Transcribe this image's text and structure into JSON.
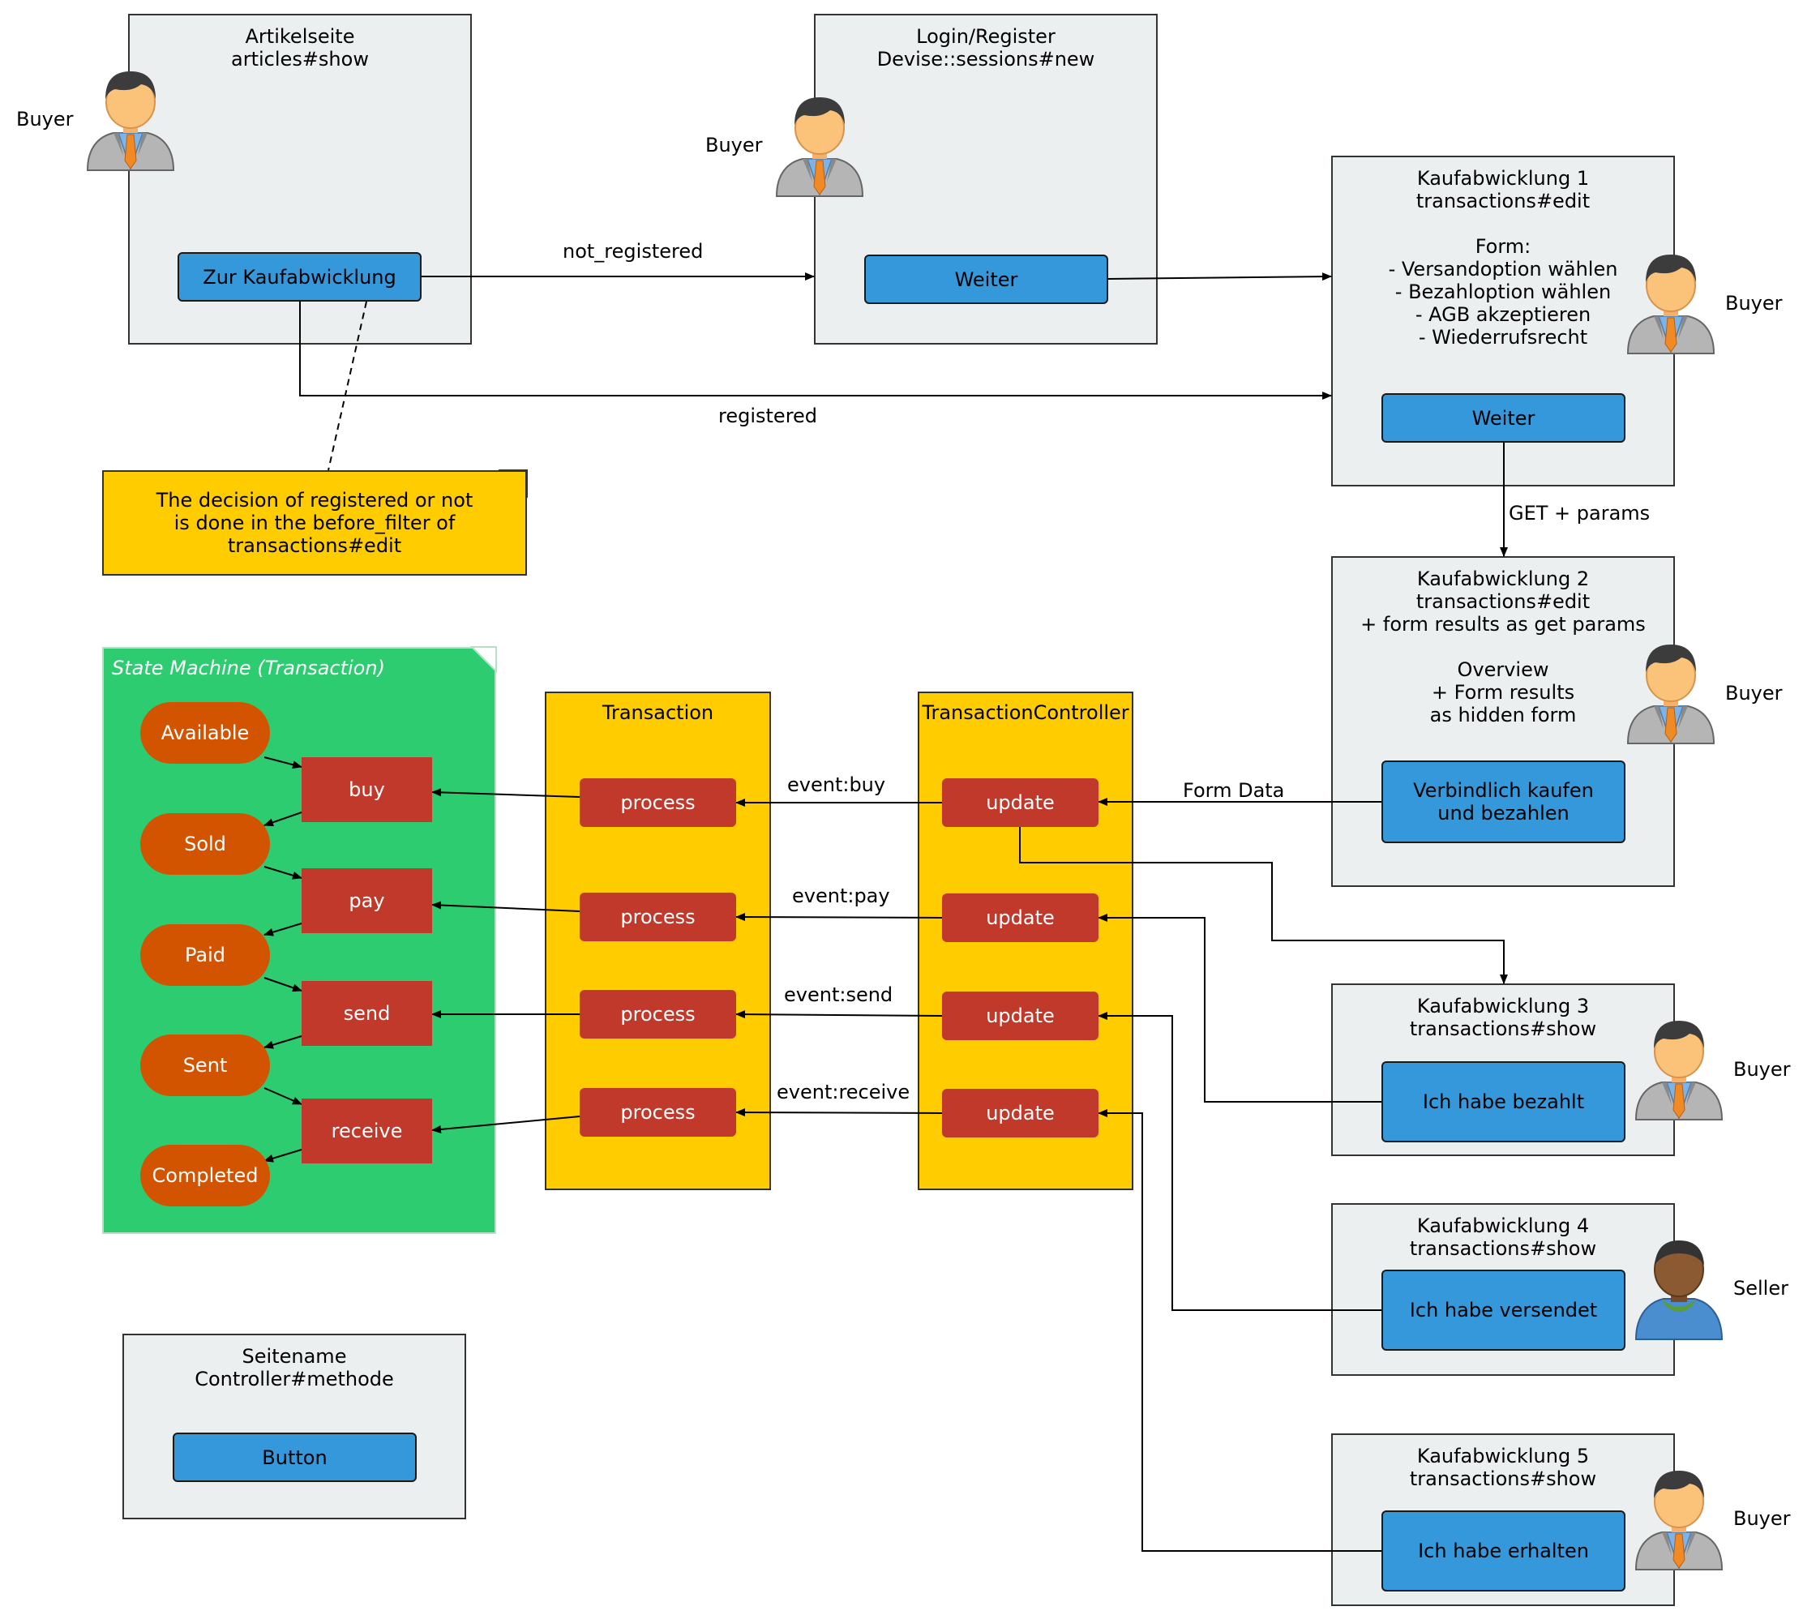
{
  "pages": {
    "artikelseite": {
      "title": "Artikelseite\narticles#show",
      "button": "Zur Kaufabwicklung",
      "actor": "Buyer"
    },
    "login": {
      "title": "Login/Register\nDevise::sessions#new",
      "button": "Weiter",
      "actor": "Buyer"
    },
    "kauf1": {
      "title": "Kaufabwicklung 1\ntransactions#edit\n\nForm:\n- Versandoption wählen\n- Bezahloption wählen\n- AGB akzeptieren\n- Wiederrufsrecht",
      "button": "Weiter",
      "actor": "Buyer"
    },
    "kauf2": {
      "title": "Kaufabwicklung 2\ntransactions#edit\n+ form results as get params\n\nOverview\n+ Form results\nas hidden form",
      "button": "Verbindlich kaufen\nund bezahlen",
      "actor": "Buyer"
    },
    "kauf3": {
      "title": "Kaufabwicklung 3\ntransactions#show",
      "button": "Ich habe bezahlt",
      "actor": "Buyer"
    },
    "kauf4": {
      "title": "Kaufabwicklung 4\ntransactions#show",
      "button": "Ich habe versendet",
      "actor": "Seller"
    },
    "kauf5": {
      "title": "Kaufabwicklung 5\ntransactions#show",
      "button": "Ich habe erhalten",
      "actor": "Buyer"
    },
    "legend": {
      "title": "Seitename\nController#methode",
      "button": "Button"
    }
  },
  "edges": {
    "not_registered": "not_registered",
    "registered": "registered",
    "get_params": "GET + params",
    "form_data": "Form Data",
    "event_buy": "event:buy",
    "event_pay": "event:pay",
    "event_send": "event:send",
    "event_receive": "event:receive"
  },
  "note": "The decision of registered or not\nis done in the before_filter of\ntransactions#edit",
  "state_machine": {
    "title": "State Machine (Transaction)",
    "states": [
      "Available",
      "Sold",
      "Paid",
      "Sent",
      "Completed"
    ],
    "events": [
      "buy",
      "pay",
      "send",
      "receive"
    ]
  },
  "transaction": {
    "title": "Transaction",
    "method": "process"
  },
  "controller": {
    "title": "TransactionController",
    "method": "update"
  },
  "colors": {
    "page": "#eceff0",
    "button": "#3498db",
    "note": "#ffcc00",
    "state_machine": "#2ecc71",
    "state": "#d35400",
    "event": "#c0392b",
    "class_box": "#ffcc00"
  }
}
